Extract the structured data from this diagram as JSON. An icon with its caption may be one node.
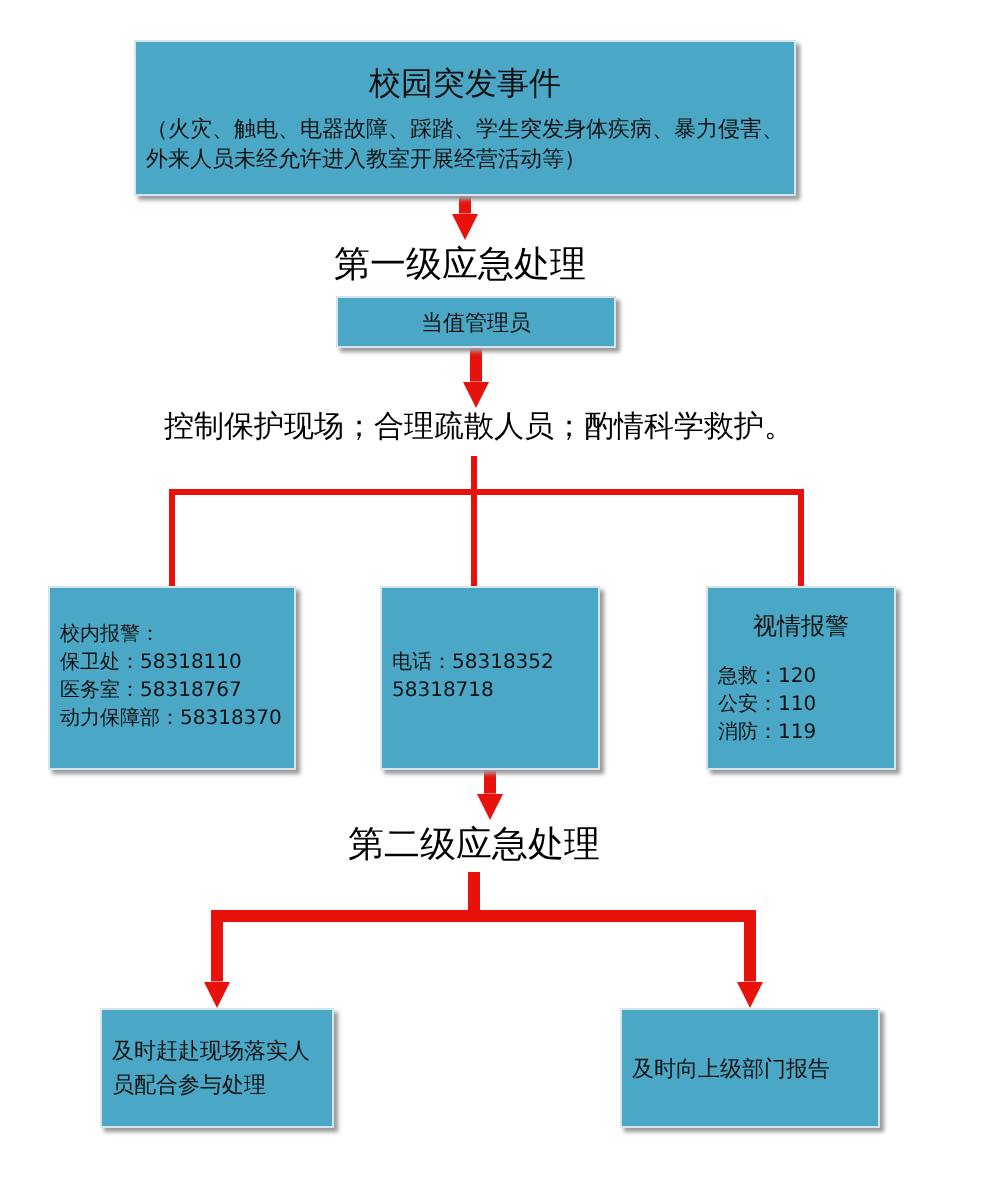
{
  "diagram": {
    "nodes": [
      {
        "text": [
          "校园突发事件",
          "（火灾、触电、电器故障、踩踏、学生突发身体疾病、暴力侵害、外来人员未经允许进入教室开展经营活动等）"
        ]
      },
      {
        "text": [
          "第一级应急处理"
        ]
      },
      {
        "text": [
          "当值管理员"
        ]
      },
      {
        "text": [
          "控制保护现场；合理疏散人员；酌情科学救护。"
        ]
      },
      {
        "text": [
          "校内报警：",
          "保卫处：58318110",
          "医务室：58318767",
          "动力保障部：58318370"
        ]
      },
      {
        "text": [
          "电话：58318352 58318718"
        ]
      },
      {
        "text": [
          "视情报警",
          "急救：120",
          "公安：110",
          "消防：119"
        ]
      },
      {
        "text": [
          "第二级应急处理"
        ]
      },
      {
        "text": [
          "及时赶赴现场落实人员配合参与处理"
        ]
      },
      {
        "text": [
          "及时向上级部门报告"
        ]
      }
    ],
    "edges": [
      {
        "from": 0,
        "to": 1,
        "arrow": "to"
      },
      {
        "from": 2,
        "to": 3,
        "arrow": "to"
      },
      {
        "from": 3,
        "to": 4,
        "arrow": "none"
      },
      {
        "from": 3,
        "to": 5,
        "arrow": "none"
      },
      {
        "from": 3,
        "to": 6,
        "arrow": "none"
      },
      {
        "from": 5,
        "to": 7,
        "arrow": "to"
      },
      {
        "from": 7,
        "to": 8,
        "arrow": "to"
      },
      {
        "from": 7,
        "to": 9,
        "arrow": "to"
      }
    ]
  }
}
